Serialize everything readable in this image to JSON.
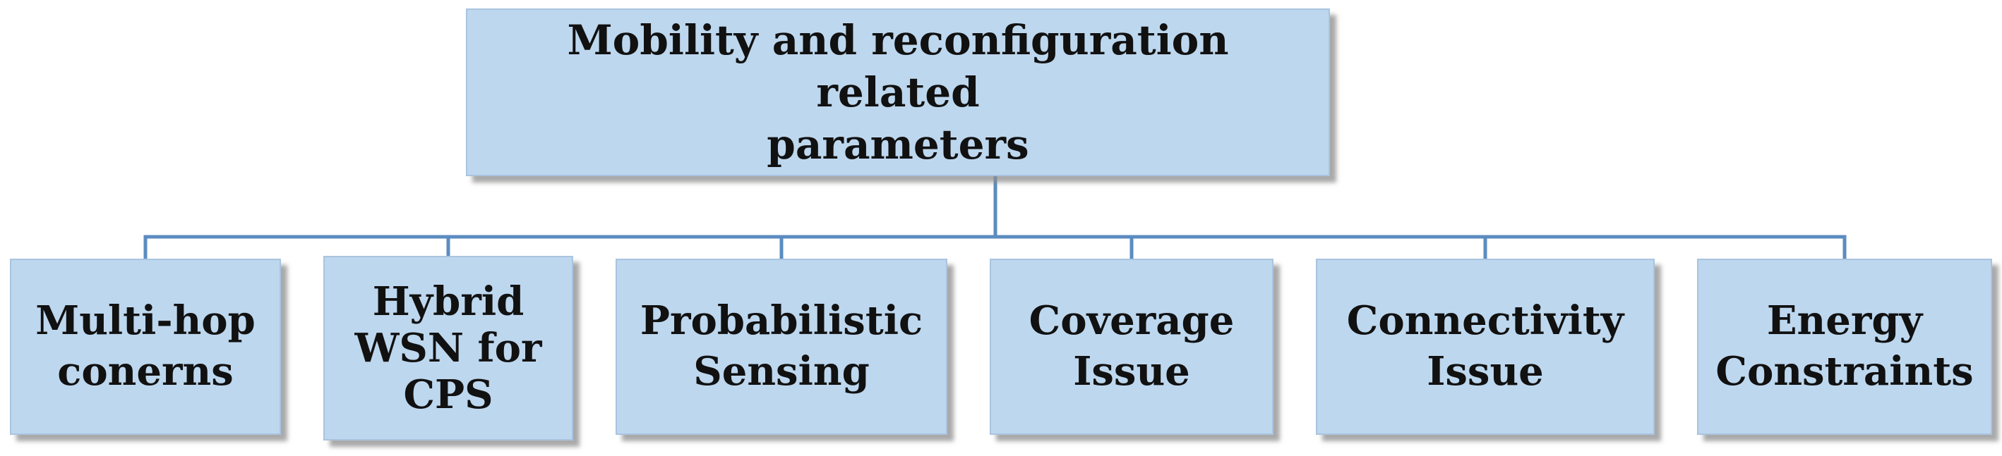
{
  "root": {
    "label": "Mobility and reconfiguration  related\nparameters"
  },
  "children": [
    {
      "label": "Multi-hop\nconerns"
    },
    {
      "label": "Hybrid\nWSN for\nCPS"
    },
    {
      "label": "Probabilistic\nSensing"
    },
    {
      "label": "Coverage\nIssue"
    },
    {
      "label": "Connectivity\nIssue"
    },
    {
      "label": "Energy\nConstraints"
    }
  ],
  "colors": {
    "box_fill": "#bdd7ee",
    "connector": "#5b8cc0",
    "text": "#111111"
  }
}
